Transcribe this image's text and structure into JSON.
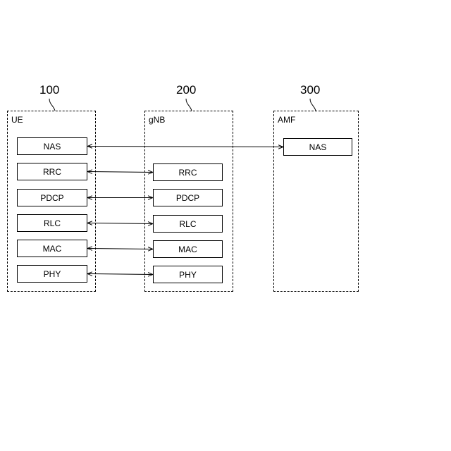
{
  "nodes": [
    {
      "id": "ue",
      "ref": "100",
      "label": "UE",
      "layers": [
        "NAS",
        "RRC",
        "PDCP",
        "RLC",
        "MAC",
        "PHY"
      ]
    },
    {
      "id": "gnb",
      "ref": "200",
      "label": "gNB",
      "layers": [
        "RRC",
        "PDCP",
        "RLC",
        "MAC",
        "PHY"
      ]
    },
    {
      "id": "amf",
      "ref": "300",
      "label": "AMF",
      "layers": [
        "NAS"
      ]
    }
  ]
}
